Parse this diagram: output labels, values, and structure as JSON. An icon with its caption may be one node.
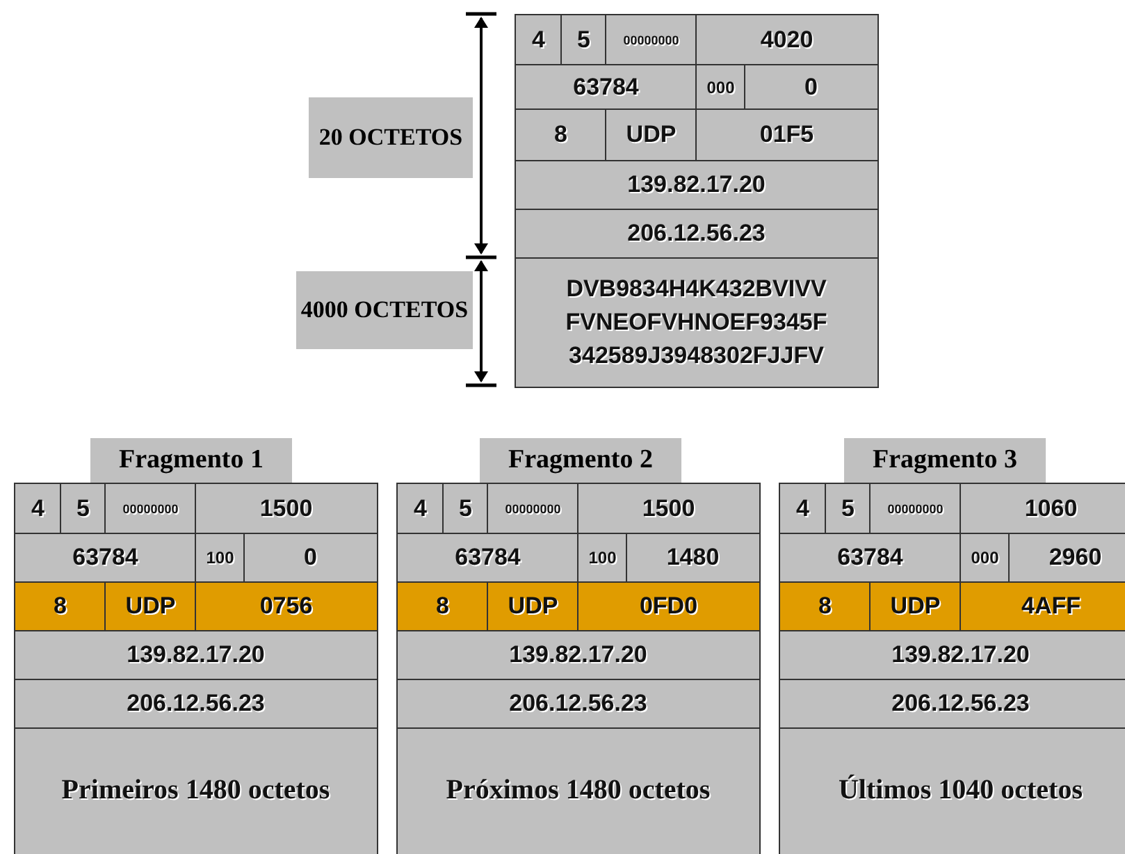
{
  "diagram": {
    "nodes": [
      {
        "text": [
          "20 OCTETOS"
        ]
      },
      {
        "text": [
          "4000 OCTETOS"
        ]
      },
      {
        "text": [
          "Fragmento 1"
        ]
      },
      {
        "text": [
          "Fragmento 2"
        ]
      },
      {
        "text": [
          "Fragmento 3"
        ]
      }
    ],
    "labels": [
      "4",
      "5",
      "00000000",
      "4020",
      "63784",
      "000",
      "0",
      "8",
      "UDP",
      "01F5",
      "139.82.17.20",
      "206.12.56.23",
      "DVB9834H4K432BVIVV FVNEOFVHNOEF9345F 342589J3948302FJJFV",
      "4",
      "5",
      "00000000",
      "1500",
      "63784",
      "100",
      "0",
      "8",
      "UDP",
      "0756",
      "139.82.17.20",
      "206.12.56.23",
      "Primeiros 1480 octetos",
      "4",
      "5",
      "00000000",
      "1500",
      "63784",
      "100",
      "1480",
      "8",
      "UDP",
      "0FD0",
      "139.82.17.20",
      "206.12.56.23",
      "Próximos 1480 octetos",
      "4",
      "5",
      "00000000",
      "1060",
      "63784",
      "000",
      "2960",
      "8",
      "UDP",
      "4AFF",
      "139.82.17.20",
      "206.12.56.23",
      "Últimos 1040 octetos"
    ]
  }
}
